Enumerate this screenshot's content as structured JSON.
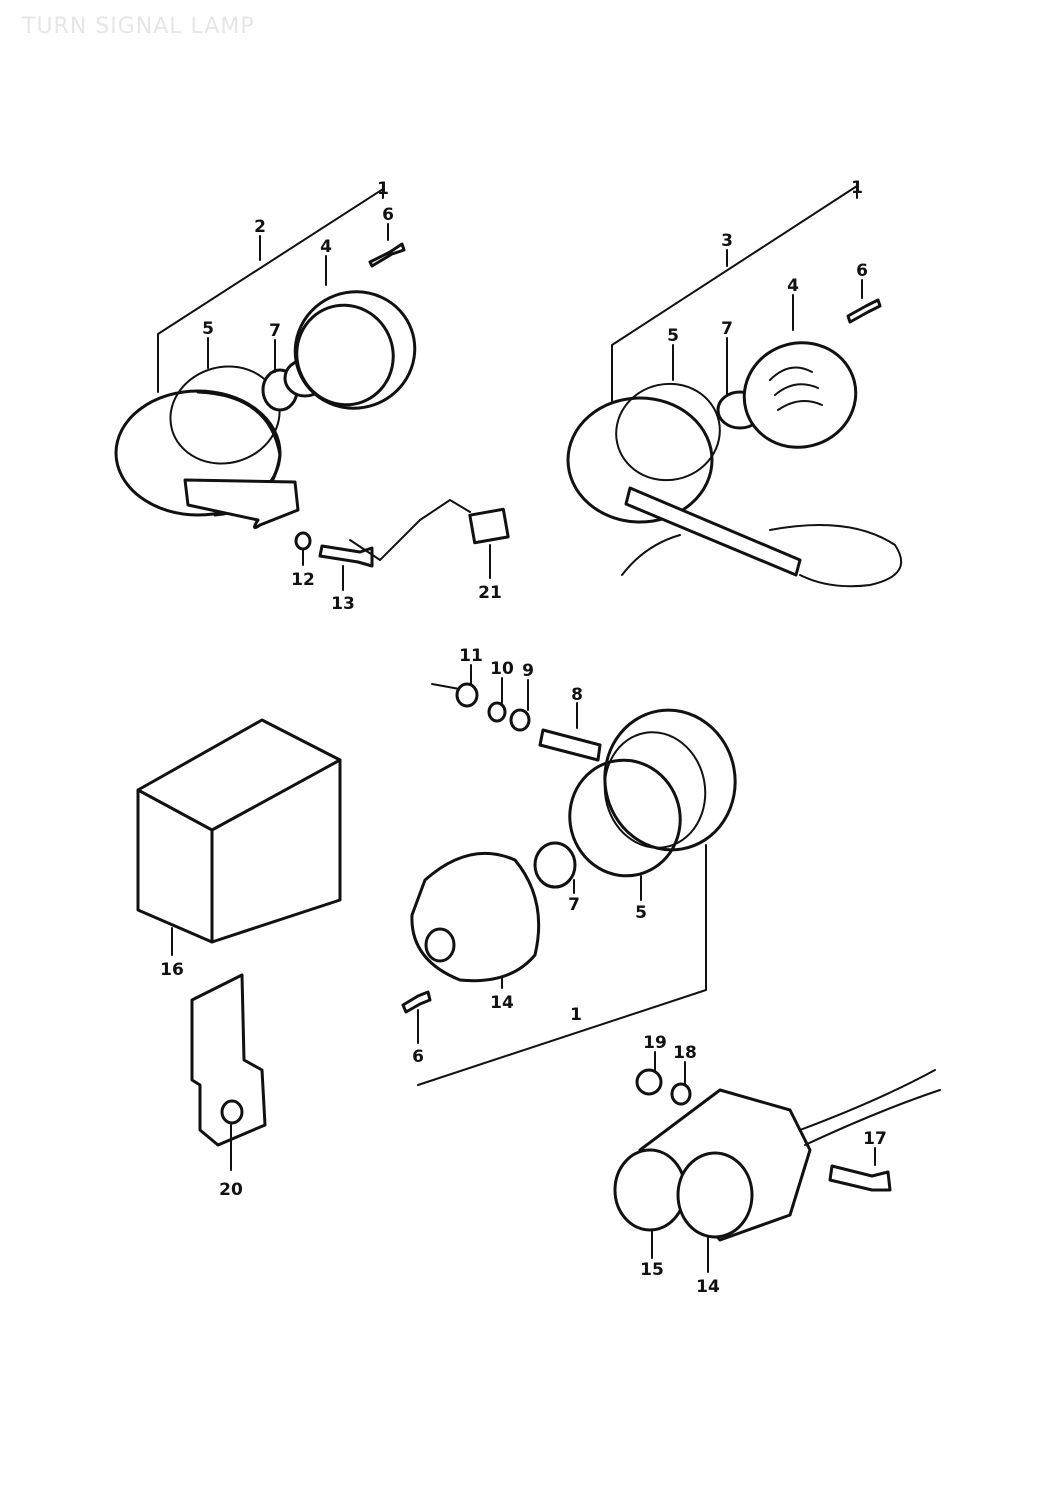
{
  "title": "TURN SIGNAL LAMP",
  "callouts": [
    "1",
    "2",
    "3",
    "4",
    "5",
    "6",
    "7",
    "8",
    "9",
    "10",
    "11",
    "12",
    "13",
    "14",
    "15",
    "16",
    "17",
    "18",
    "19",
    "20",
    "21"
  ]
}
